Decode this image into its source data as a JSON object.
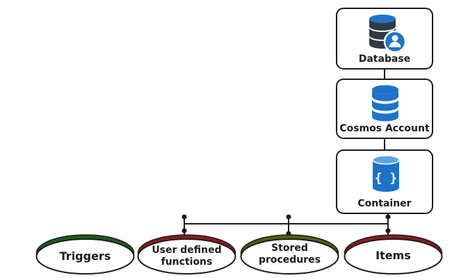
{
  "boxes": {
    "database": {
      "label": "Database"
    },
    "cosmos_account": {
      "label": "Cosmos Account"
    },
    "container": {
      "label": "Container"
    }
  },
  "ovals": {
    "triggers": {
      "label": "Triggers",
      "color": "#1e5a1e"
    },
    "udf": {
      "line1": "User defined",
      "line2": "functions",
      "color": "#8b1a1a"
    },
    "stored_procedures": {
      "line1": "Stored",
      "line2": "procedures",
      "color": "#5a5a12"
    },
    "items": {
      "label": "Items",
      "color": "#8b1a1a"
    }
  },
  "colors": {
    "icon_blue": "#1e73c8",
    "icon_dark": "#2f3a45",
    "stroke": "#1a1a1a"
  }
}
